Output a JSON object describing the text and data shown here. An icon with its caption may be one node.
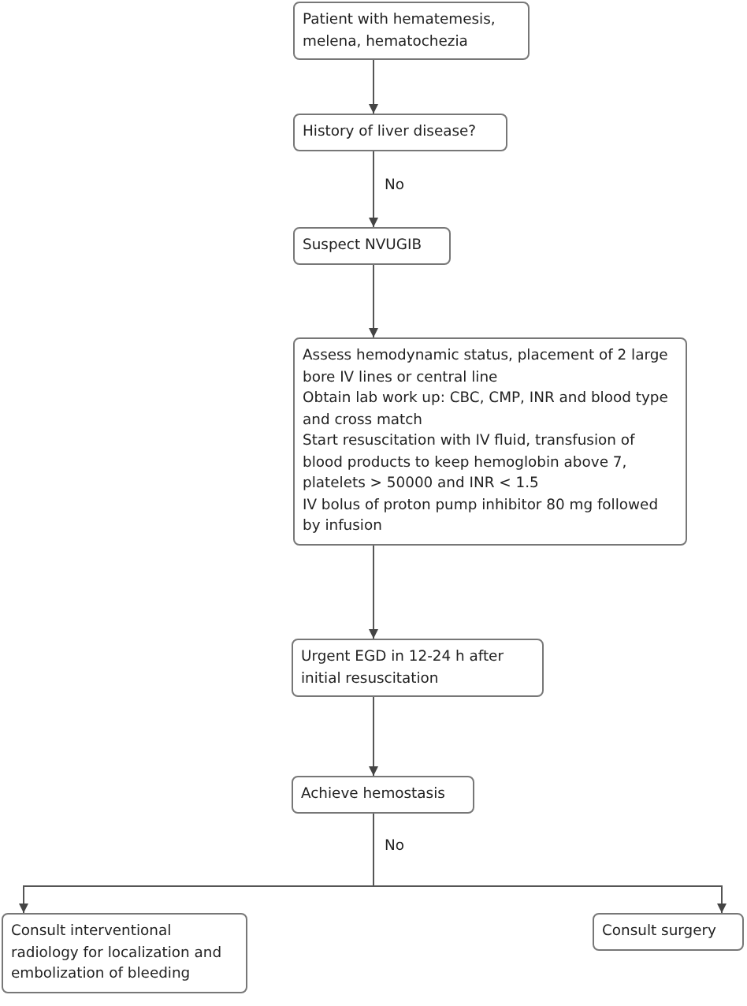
{
  "diagram": {
    "nodes": [
      {
        "text": [
          "Patient with hematemesis, melena, hematochezia"
        ]
      },
      {
        "text": [
          "History of liver disease?"
        ]
      },
      {
        "text": [
          "Suspect NVUGIB"
        ]
      },
      {
        "text": [
          "Assess hemodynamic status, placement of 2 large bore IV lines or central line",
          "Obtain lab work up: CBC, CMP, INR and blood type and cross match",
          "Start resuscitation with IV fluid, transfusion of blood products to keep hemoglobin above 7, platelets > 50000 and INR < 1.5",
          "IV bolus of proton pump inhibitor 80 mg followed by infusion"
        ]
      },
      {
        "text": [
          "Urgent EGD in 12-24 h after initial resuscitation"
        ]
      },
      {
        "text": [
          "Achieve hemostasis"
        ]
      },
      {
        "text": [
          "Consult interventional radiology for localization and embolization of bleeding"
        ]
      },
      {
        "text": [
          "Consult surgery"
        ]
      }
    ],
    "edges": [
      {
        "from": 0,
        "to": 1,
        "arrow": "to"
      },
      {
        "from": 1,
        "to": 2,
        "arrow": "to",
        "label": "No"
      },
      {
        "from": 2,
        "to": 3,
        "arrow": "to"
      },
      {
        "from": 3,
        "to": 4,
        "arrow": "to"
      },
      {
        "from": 4,
        "to": 5,
        "arrow": "to"
      },
      {
        "from": 5,
        "to": 6,
        "arrow": "to",
        "label": "No"
      },
      {
        "from": 5,
        "to": 7,
        "arrow": "to"
      }
    ]
  }
}
